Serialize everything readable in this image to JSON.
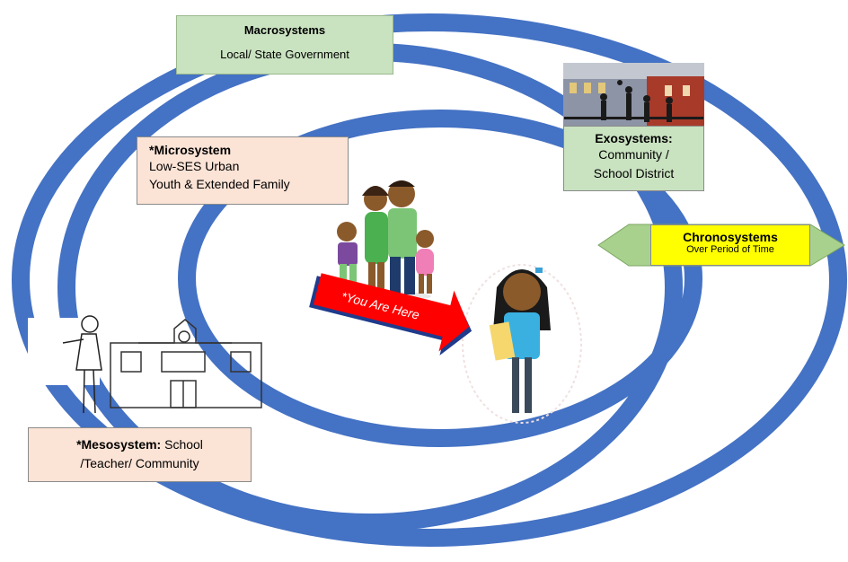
{
  "macrosystem": {
    "title": "Macrosystems",
    "subtitle": "Local/ State Government"
  },
  "microsystem": {
    "title": "*Microsystem",
    "lines": [
      "Low-SES Urban",
      "Youth & Extended Family"
    ]
  },
  "exosystem": {
    "title": "Exosystems:",
    "lines": [
      "Community /",
      "School District"
    ]
  },
  "chronosystem": {
    "title": "Chronosystems",
    "subtitle": "Over Period of Time"
  },
  "mesosystem": {
    "title": "*Mesosystem:",
    "text_rest": " School",
    "line2": "/Teacher/ Community"
  },
  "arrow_label": "*You Are Here",
  "colors": {
    "ring": "#4472c4",
    "arrow": "#ff0000",
    "chrono_arrow": "#a9d18e",
    "chrono_box": "#ffff00",
    "green_box": "#c9e2c0",
    "peach_box": "#fbe3d6"
  },
  "icons": [
    "family-illustration",
    "girl-illustration",
    "teacher-illustration",
    "school-building-illustration",
    "neighborhood-photo"
  ]
}
